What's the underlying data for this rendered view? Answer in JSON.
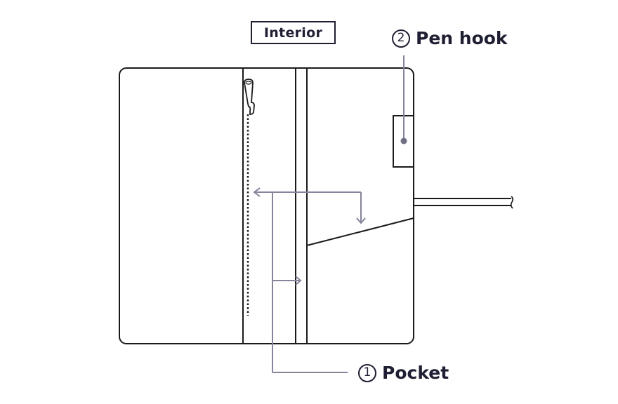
{
  "title": "Interior",
  "callouts": {
    "pen_hook": {
      "number": "2",
      "label": "Pen hook"
    },
    "pocket": {
      "number": "1",
      "label": "Pocket"
    }
  },
  "colors": {
    "outline": "#1a1a1a",
    "leader": "#84849a",
    "text": "#1f1f33"
  }
}
